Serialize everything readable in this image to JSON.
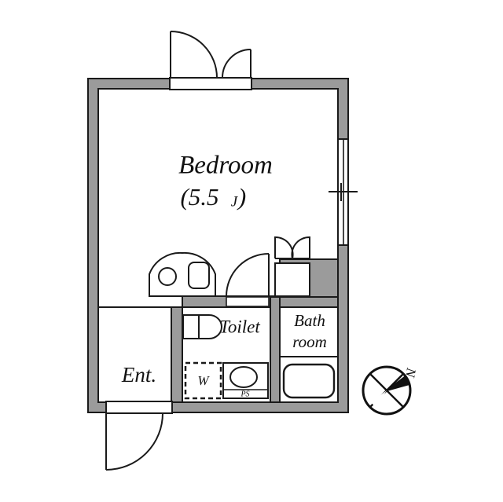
{
  "plan": {
    "title": "Apartment Floor Plan",
    "wall_color": "#9b9b9b",
    "wall_outline_color": "#1a1a1a",
    "floor_color": "#ffffff",
    "ink_color": "#111111"
  },
  "rooms": [
    {
      "id": "bedroom",
      "label": "Bedroom",
      "size_label": "(5.5",
      "size_unit": "J",
      "size_close": ")",
      "full_size_label": "(5.5J)"
    },
    {
      "id": "toilet",
      "label": "Toilet"
    },
    {
      "id": "bathroom",
      "label_line1": "Bath",
      "label_line2": "room",
      "label": "Bath room"
    },
    {
      "id": "entrance",
      "label": "Ent."
    }
  ],
  "fixtures": [
    {
      "id": "washer",
      "label": "W",
      "description": "washing-machine-space"
    },
    {
      "id": "vanity-sink",
      "label": "PS",
      "description": "pipe-shaft-and-sink"
    },
    {
      "id": "bathtub",
      "label": "",
      "description": "bathtub"
    },
    {
      "id": "toilet-bowl",
      "label": "",
      "description": "toilet-fixture"
    },
    {
      "id": "kitchen-unit",
      "label": "",
      "description": "kitchen-sink-and-burner"
    },
    {
      "id": "closet",
      "label": "",
      "description": "closet-with-double-doors"
    }
  ],
  "openings": [
    {
      "id": "balcony-door",
      "description": "double-swing-door-top"
    },
    {
      "id": "entrance-door",
      "description": "single-swing-door-bottom-left"
    },
    {
      "id": "bedroom-door",
      "description": "single-swing-door-to-hall"
    },
    {
      "id": "window-east",
      "description": "sliding-window-right-wall"
    }
  ],
  "compass": {
    "label": "N",
    "direction": "north-east"
  }
}
